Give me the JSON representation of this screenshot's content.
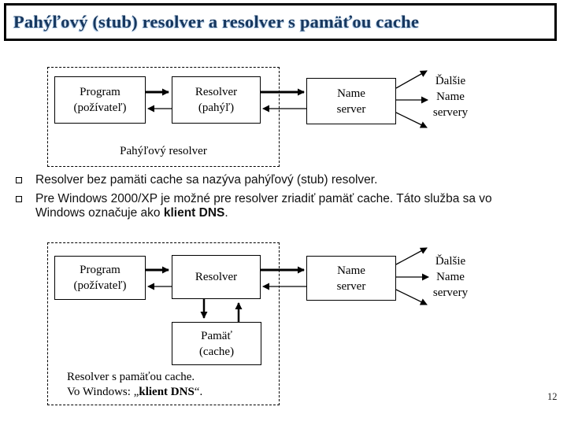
{
  "slide": {
    "title": "Pahýľový (stub) resolver a resolver s pamäťou cache",
    "page_number": "12"
  },
  "colors": {
    "background": "#FFFFFF",
    "title_text": "#17375E",
    "title_shadow": "#AECBEA",
    "line_color": "#000000"
  },
  "diagram_top": {
    "program_line1": "Program",
    "program_line2": "(požívateľ)",
    "resolver_line1": "Resolver",
    "resolver_line2": "(pahýľ)",
    "nameserver_line1": "Name",
    "nameserver_line2": "server",
    "others_line1": "Ďalšie",
    "others_line2": "Name",
    "others_line3": "servery",
    "caption": "Pahýľový resolver"
  },
  "bullets": {
    "item1": "Resolver bez pamäti cache sa nazýva pahýľový (stub) resolver.",
    "item2_text": "Pre Windows 2000/XP je možné pre resolver zriadiť pamäť cache. Táto služba sa vo Windows označuje ako ",
    "item2_bold": "klient DNS",
    "item2_suffix": "."
  },
  "diagram_bottom": {
    "program_line1": "Program",
    "program_line2": "(požívateľ)",
    "resolver_line1": "Resolver",
    "nameserver_line1": "Name",
    "nameserver_line2": "server",
    "cache_line1": "Pamäť",
    "cache_line2": "(cache)",
    "others_line1": "Ďalšie",
    "others_line2": "Name",
    "others_line3": "servery",
    "caption_line1": "Resolver s pamäťou cache.",
    "caption2_prefix": "Vo Windows: „",
    "caption2_bold": "klient DNS",
    "caption2_suffix": "“."
  }
}
